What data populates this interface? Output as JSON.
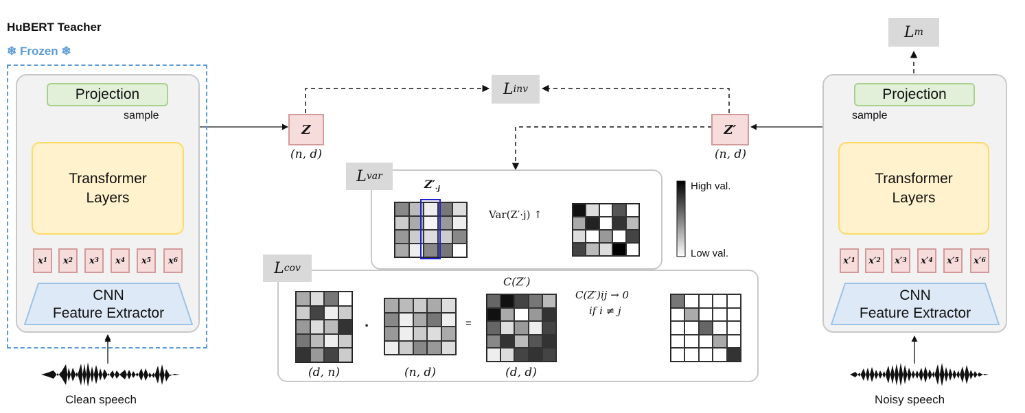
{
  "teacher": {
    "title": "HuBERT Teacher",
    "frozen_label": "❄ Frozen ❄",
    "projection": "Projection",
    "sample": "sample",
    "transformer": "Transformer\nLayers",
    "inputs": [
      "x",
      "x",
      "x",
      "x",
      "x",
      "x"
    ],
    "input_subs": [
      "1",
      "2",
      "3",
      "4",
      "5",
      "6"
    ],
    "cnn": "CNN\nFeature Extractor",
    "speech": "Clean speech"
  },
  "student": {
    "projection": "Projection",
    "sample": "sample",
    "transformer": "Transformer\nLayers",
    "inputs": [
      "x′",
      "x′",
      "x′",
      "x′",
      "x′",
      "x′"
    ],
    "input_subs": [
      "1",
      "2",
      "3",
      "4",
      "5",
      "6"
    ],
    "cnn": "CNN\nFeature Extractor",
    "speech": "Noisy speech"
  },
  "z": {
    "label": "Z",
    "dims": "(n, d)"
  },
  "z_prime": {
    "label": "Z′",
    "dims": "(n, d)"
  },
  "losses": {
    "inv": "inv",
    "m": "m",
    "var": "var",
    "cov": "cov",
    "L": "L"
  },
  "var_panel": {
    "col_label": "Z′",
    "col_sub": "·j",
    "op_label": "Var(Z′·j) ↑"
  },
  "colorbar": {
    "high": "High val.",
    "low": "Low val."
  },
  "cov_panel": {
    "dim1": "(d, n)",
    "dot": "·",
    "dim2": "(n, d)",
    "eq": "=",
    "c_label": "C(Z′)",
    "dim3": "(d, d)",
    "rule_line1": "C(Z′)ij → 0",
    "rule_line2": "if i ≠ j"
  },
  "colors": {
    "accent_blue": "#5b9bd5",
    "highlight_blue": "#1f1fd6"
  }
}
